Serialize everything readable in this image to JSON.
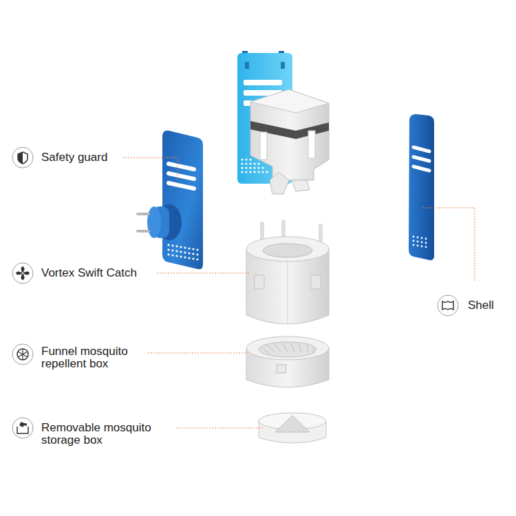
{
  "diagram": {
    "labels": [
      "Safety guard",
      "Vortex Swift Catch",
      "Shell",
      "Funnel mosquito repellent box",
      "Removable mosquito storage box"
    ]
  }
}
